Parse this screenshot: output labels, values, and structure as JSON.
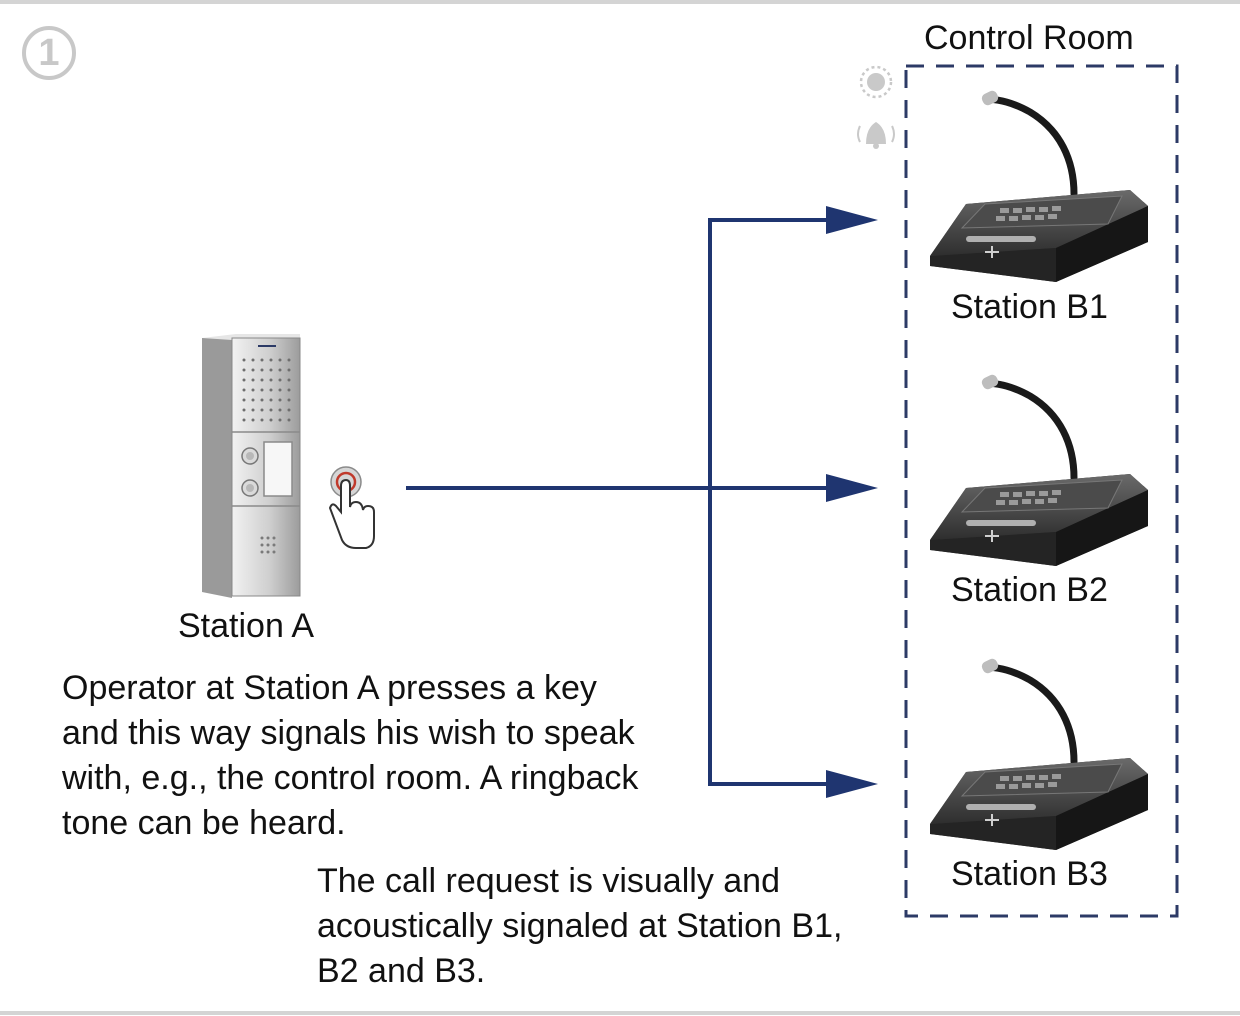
{
  "step_number": "1",
  "control_room": {
    "title": "Control Room"
  },
  "stations": {
    "a": {
      "label": "Station A"
    },
    "b1": {
      "label": "Station B1"
    },
    "b2": {
      "label": "Station B2"
    },
    "b3": {
      "label": "Station B3"
    }
  },
  "description_station_a": [
    "Operator at Station A presses a key",
    "and this way signals his wish to speak",
    "with, e.g., the control room. A ringback",
    "tone can be heard."
  ],
  "description_signal": [
    "The call request is visually and",
    "acoustically signaled at Station B1,",
    "B2 and B3."
  ],
  "icons": [
    "light-icon",
    "bell-icon",
    "hand-press-icon",
    "intercom-panel-icon",
    "desk-microphone-icon"
  ],
  "colors": {
    "connection": "#1f3570",
    "frame": "#2c3a66",
    "step_circle": "#c8c8c8"
  }
}
